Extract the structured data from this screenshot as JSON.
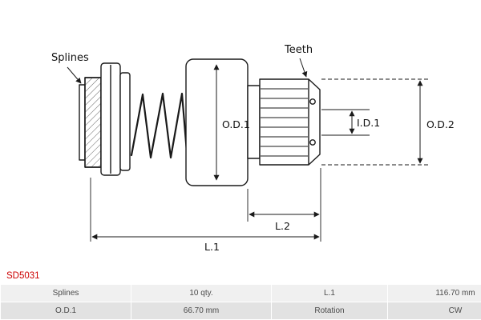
{
  "part_number": "SD5031",
  "colors": {
    "accent_red": "#cc0000",
    "line": "#1a1a1a",
    "table_row1_bg": "#f0f0f0",
    "table_row2_bg": "#e2e2e2"
  },
  "diagram": {
    "labels": {
      "splines": "Splines",
      "teeth": "Teeth",
      "od1": "O.D.1",
      "id1": "I.D.1",
      "od2": "O.D.2",
      "l1": "L.1",
      "l2": "L.2"
    }
  },
  "table": {
    "rows": [
      [
        {
          "label": "Splines",
          "value": "10 qty."
        },
        {
          "label": "L.1",
          "value": "116.70 mm"
        }
      ],
      [
        {
          "label": "O.D.1",
          "value": "66.70 mm"
        },
        {
          "label": "Rotation",
          "value": "CW"
        }
      ]
    ]
  }
}
